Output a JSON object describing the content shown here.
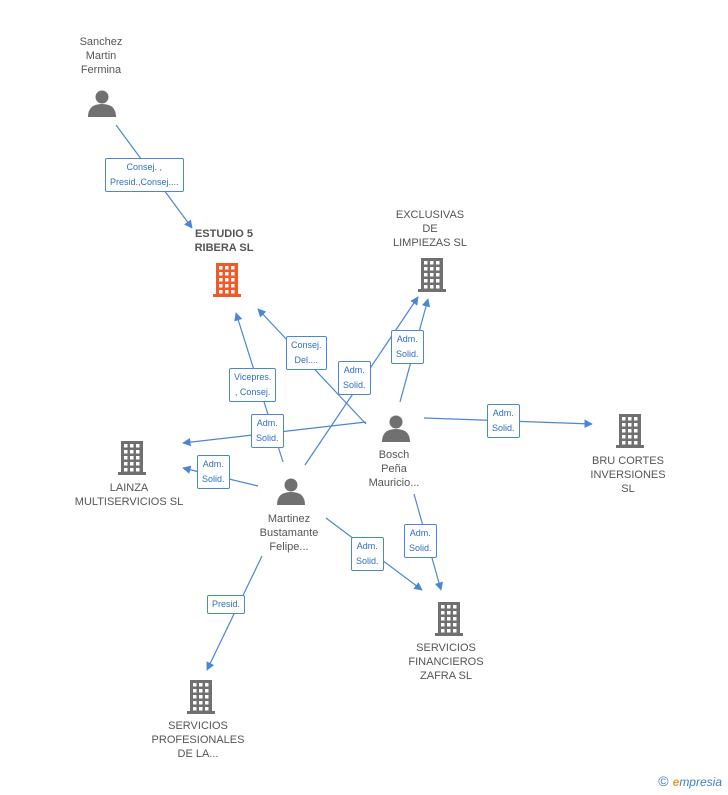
{
  "colors": {
    "main_company": "#f05a28",
    "company": "#707070",
    "person": "#707070",
    "edge": "#4a86d6"
  },
  "nodes": {
    "sanchez": {
      "type": "person",
      "lines": [
        "Sanchez",
        "Martin",
        "Fermina"
      ]
    },
    "estudio5": {
      "type": "main-company",
      "lines": [
        "ESTUDIO 5",
        "RIBERA SL"
      ]
    },
    "exclusivas": {
      "type": "company",
      "lines": [
        "EXCLUSIVAS",
        "DE",
        "LIMPIEZAS SL"
      ]
    },
    "lainza": {
      "type": "company",
      "lines": [
        "LAINZA",
        "MULTISERVICIOS SL"
      ]
    },
    "bosch": {
      "type": "person",
      "lines": [
        "Bosch",
        "Peña",
        "Mauricio..."
      ]
    },
    "bru": {
      "type": "company",
      "lines": [
        "BRU CORTES",
        "INVERSIONES",
        "SL"
      ]
    },
    "martinez": {
      "type": "person",
      "lines": [
        "Martinez",
        "Bustamante",
        "Felipe..."
      ]
    },
    "financieros": {
      "type": "company",
      "lines": [
        "SERVICIOS",
        "FINANCIEROS",
        "ZAFRA SL"
      ]
    },
    "profesionales": {
      "type": "company",
      "lines": [
        "SERVICIOS",
        "PROFESIONALES",
        "DE LA..."
      ]
    }
  },
  "edges": [
    {
      "from": "sanchez",
      "to": "estudio5",
      "lines": [
        "Consej. ,",
        "Presid.,Consej...."
      ]
    },
    {
      "from": "martinez",
      "to": "estudio5",
      "lines": [
        "Vicepres.",
        ", Consej."
      ]
    },
    {
      "from": "bosch",
      "to": "estudio5",
      "lines": [
        "Consej.",
        "Del...."
      ]
    },
    {
      "from": "martinez",
      "to": "exclusivas",
      "lines": [
        "Adm.",
        "Solid."
      ]
    },
    {
      "from": "bosch",
      "to": "exclusivas",
      "lines": [
        "Adm.",
        "Solid."
      ]
    },
    {
      "from": "bosch",
      "to": "lainza",
      "lines": [
        "Adm.",
        "Solid."
      ]
    },
    {
      "from": "martinez",
      "to": "lainza",
      "lines": [
        "Adm.",
        "Solid."
      ]
    },
    {
      "from": "bosch",
      "to": "bru",
      "lines": [
        "Adm.",
        "Solid."
      ]
    },
    {
      "from": "bosch",
      "to": "financieros",
      "lines": [
        "Adm.",
        "Solid."
      ]
    },
    {
      "from": "martinez",
      "to": "financieros",
      "lines": [
        "Adm.",
        "Solid."
      ]
    },
    {
      "from": "martinez",
      "to": "profesionales",
      "lines": [
        "Presid."
      ]
    }
  ],
  "footer": {
    "symbol": "©",
    "brand_first": "e",
    "brand_rest": "mpresia"
  }
}
